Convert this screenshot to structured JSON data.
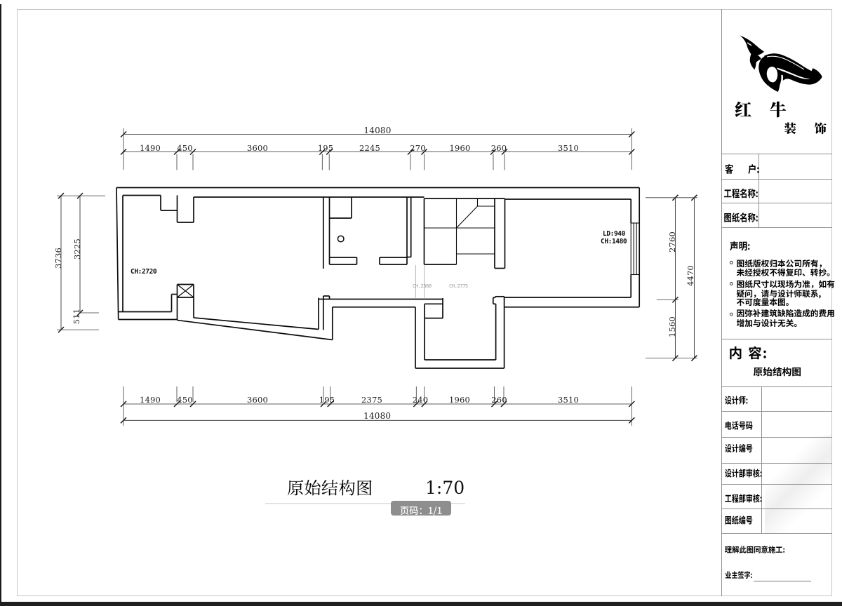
{
  "window": {
    "page_badge": "页码：1/1"
  },
  "company": {
    "name": "红 牛",
    "subname": "装 饰"
  },
  "title_block": {
    "fields": [
      {
        "label": "客 户:",
        "value": ""
      },
      {
        "label": "工程名称:",
        "value": ""
      },
      {
        "label": "图纸名称:",
        "value": ""
      }
    ],
    "statement": {
      "heading": "声明:",
      "items": [
        "图纸版权归本公司所有，未经授权不得复印、转抄。",
        "图纸尺寸以现场为准，如有疑问，请与设计师联系,不可度量本图。",
        "因弥补建筑缺陷造成的费用增加与设计无关。"
      ]
    },
    "content": {
      "heading": "内 容:",
      "value": "原始结构图"
    },
    "form_rows": [
      {
        "label": "设计师:",
        "value": ""
      },
      {
        "label": "电话号码",
        "value": ""
      },
      {
        "label": "设计编号",
        "value": ""
      },
      {
        "label": "设计部审核:",
        "value": ""
      },
      {
        "label": "工程部审核:",
        "value": ""
      },
      {
        "label": "图纸编号",
        "value": ""
      }
    ],
    "agreement": "理解此图同意施工:",
    "signature": "业主签字:"
  },
  "drawing": {
    "title": "原始结构图",
    "scale": "1:70",
    "room_labels": {
      "left_room_height": "CH:2720",
      "window_ledge": "LD:940",
      "window_height": "CH:1480",
      "mid_height_1": "CH.2360",
      "mid_height_2": "CH.2775"
    },
    "dimensions": {
      "top_total": "14080",
      "top_segments": [
        "1490",
        "450",
        "3600",
        "195",
        "2245",
        "270",
        "1960",
        "260",
        "3510"
      ],
      "bottom_segments": [
        "1490",
        "450",
        "3600",
        "195",
        "2375",
        "240",
        "1960",
        "260",
        "3510"
      ],
      "bottom_total": "14080",
      "left_inner": [
        "3225",
        "511"
      ],
      "left_total": "3736",
      "right_inner": [
        "2760",
        "1560"
      ],
      "right_total": "4470"
    }
  }
}
